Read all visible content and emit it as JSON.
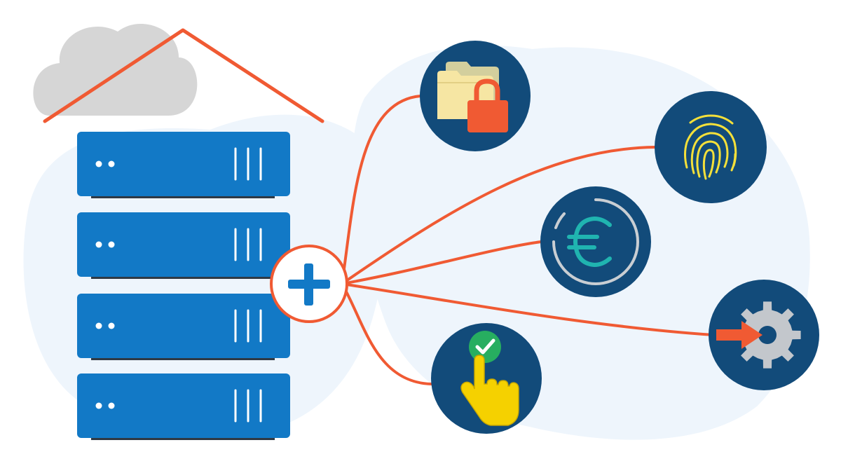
{
  "colors": {
    "background": "#ffffff",
    "cloud_backdrop": "#eef5fc",
    "cloud": "#d6d6d6",
    "roof": "#f05a33",
    "connector": "#f05a33",
    "server_body": "#1279c6",
    "server_shadow": "#2f3944",
    "server_marks": "#ffffff",
    "node_fill": "#124b7a",
    "hub_fill": "#ffffff",
    "hub_plus": "#1279c6",
    "folder": "#f6e6a3",
    "lock": "#f05a33",
    "fingerprint": "#f4e03a",
    "euro": "#20b4b0",
    "euro_ring": "#c9ced3",
    "check": "#27ae60",
    "hand": "#f5d100",
    "gear": "#c3c7cc",
    "arrow": "#f05a33"
  },
  "diagram": {
    "hub": {
      "icon": "plus-icon"
    },
    "servers": [
      {
        "icon": "server-rack-icon"
      },
      {
        "icon": "server-rack-icon"
      },
      {
        "icon": "server-rack-icon"
      },
      {
        "icon": "server-rack-icon"
      }
    ],
    "nodes": [
      {
        "id": "secure-files",
        "icon": "locked-folder-icon"
      },
      {
        "id": "fingerprint",
        "icon": "fingerprint-icon"
      },
      {
        "id": "cost",
        "icon": "euro-icon"
      },
      {
        "id": "integration",
        "icon": "gear-arrow-icon"
      },
      {
        "id": "ease-of-use",
        "icon": "tap-check-icon"
      }
    ]
  }
}
